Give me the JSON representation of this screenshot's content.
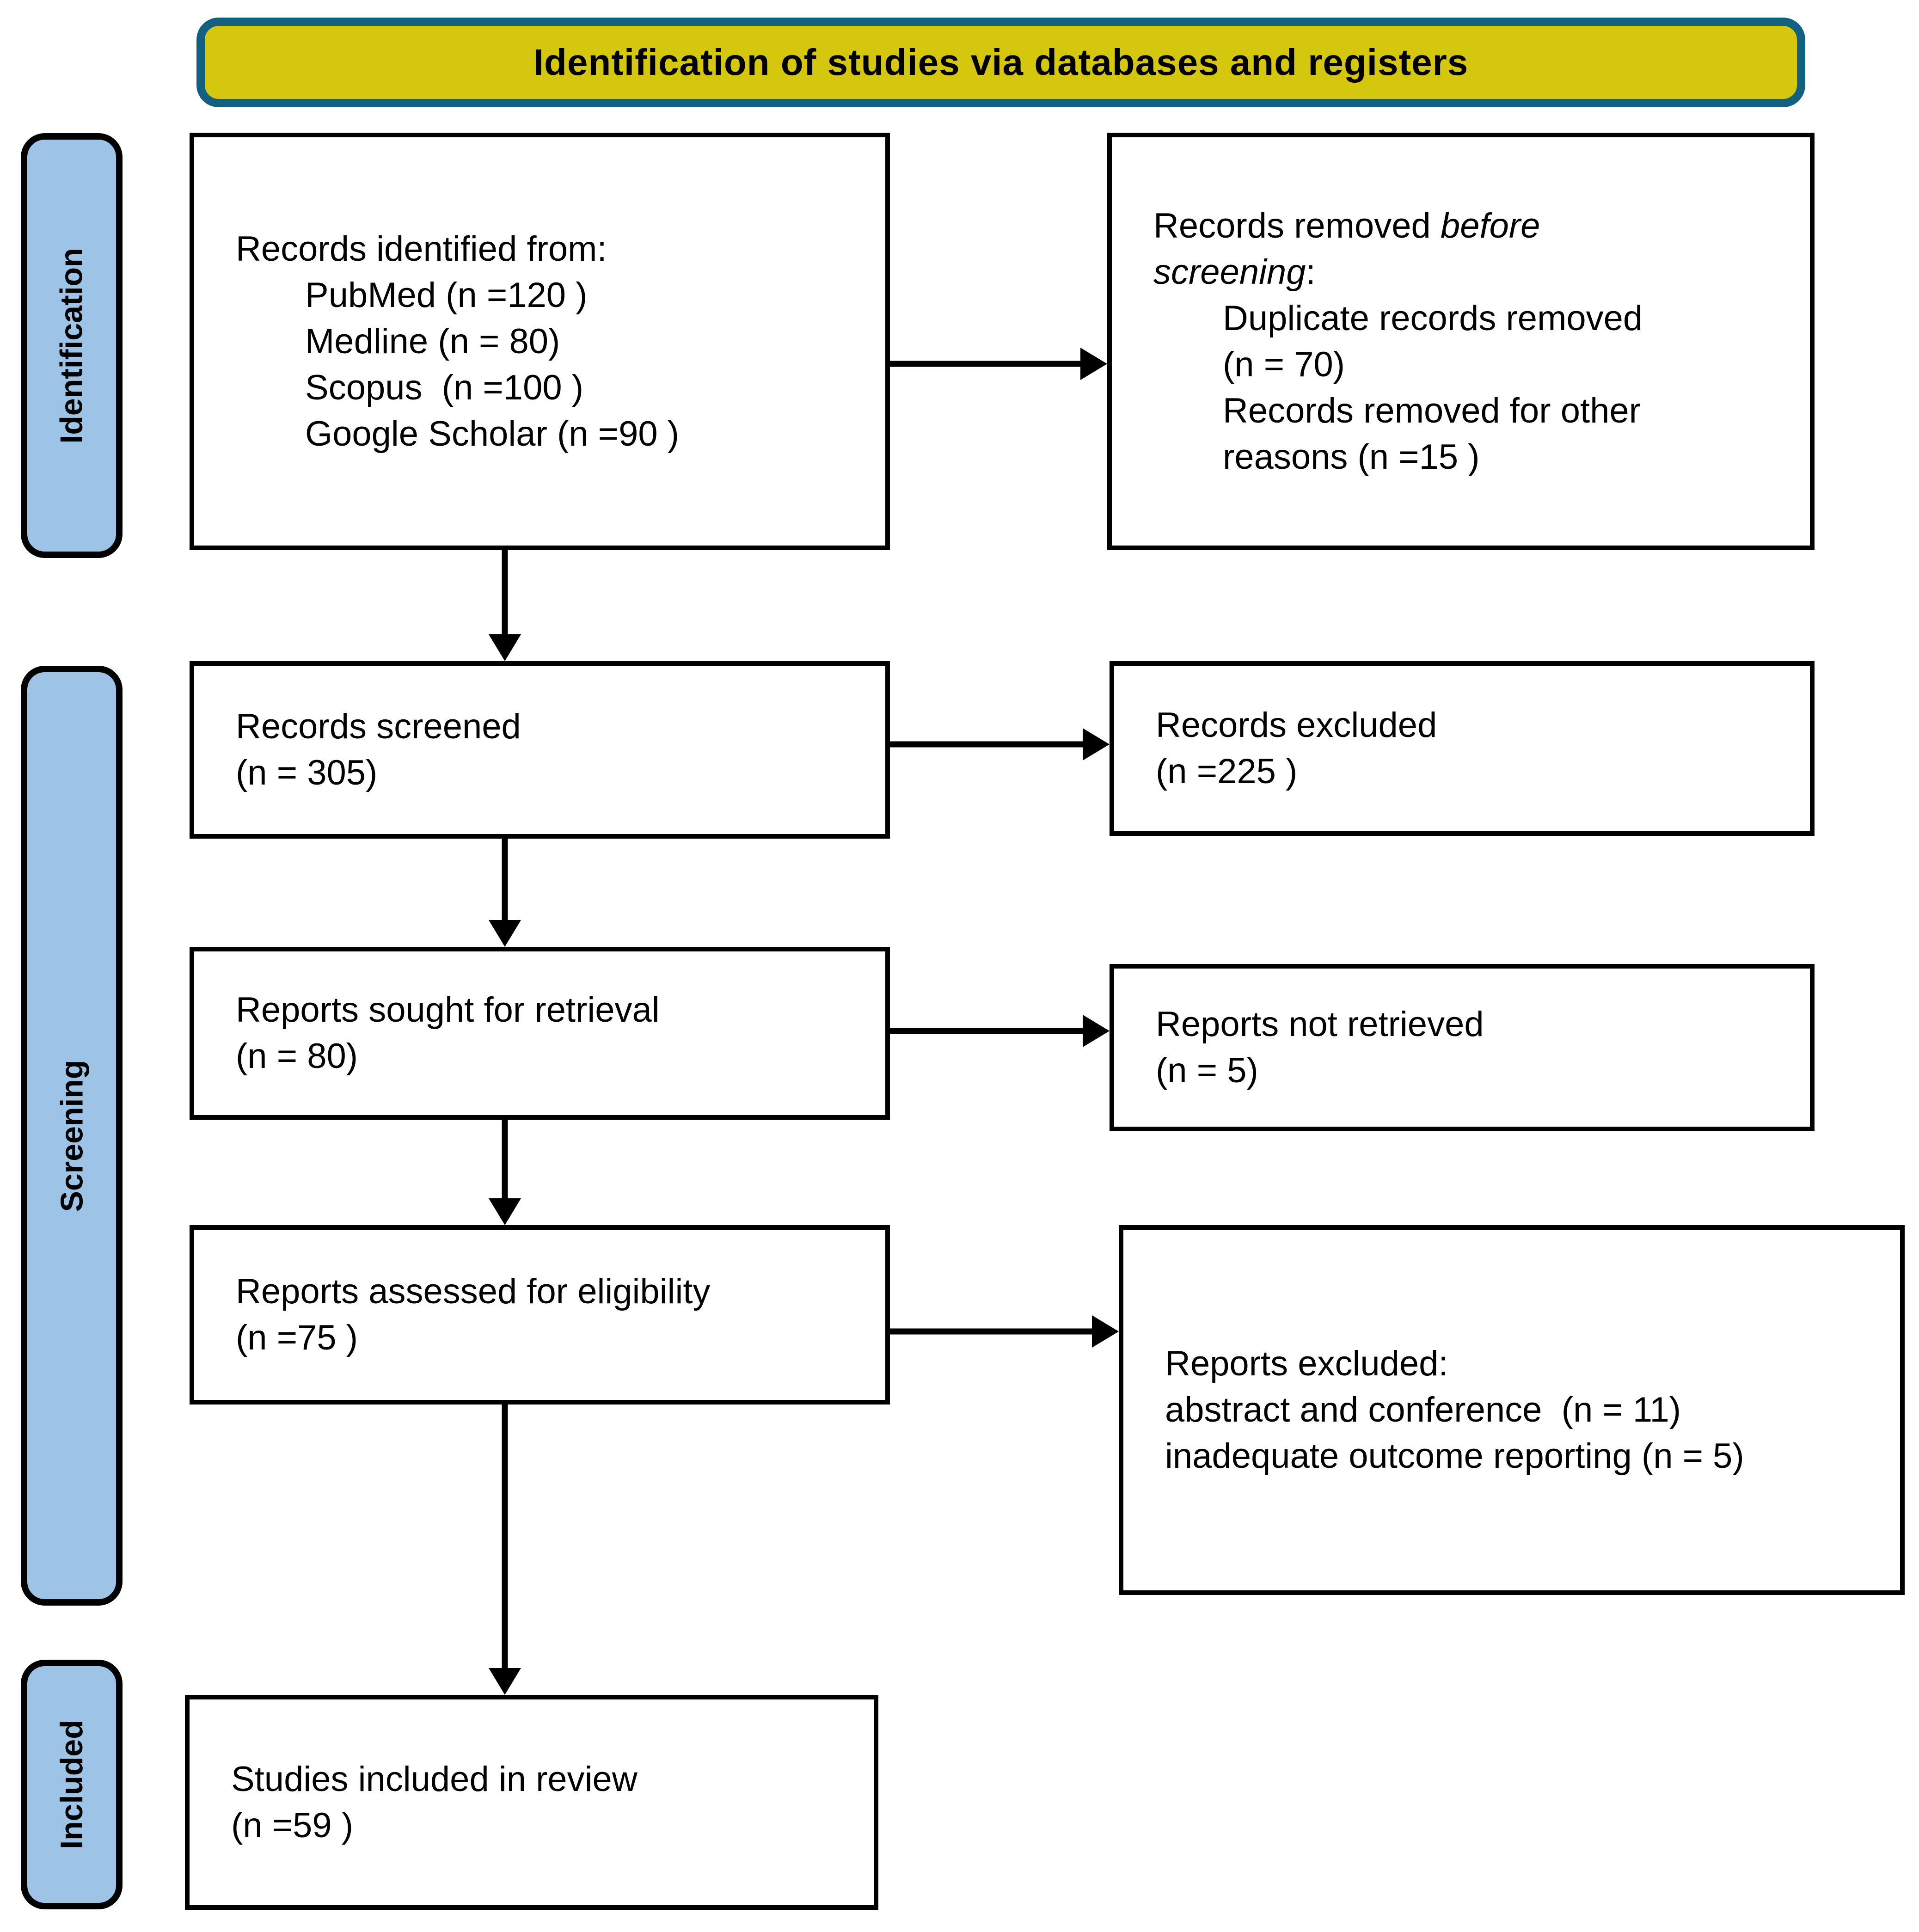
{
  "banner": {
    "label": "Identification of studies via databases and registers"
  },
  "colors": {
    "banner_fill": "#D4C70D",
    "banner_border": "#136080",
    "stage_fill": "#9DC3E6",
    "box_border": "#000000",
    "text": "#000000"
  },
  "sidebar": {
    "stages": [
      {
        "label": "Identification"
      },
      {
        "label": "Screening"
      },
      {
        "label": "Included"
      }
    ]
  },
  "boxes": {
    "identified": {
      "title": "Records identified from:",
      "items": [
        "PubMed (n =120 )",
        "Medline (n = 80)",
        "Scopus  (n =100 )",
        "Google Scholar (n =90 )"
      ]
    },
    "removed": {
      "title_line1_prefix": "Records removed ",
      "title_line1_italic": "before",
      "title_line2_italic": "screening",
      "title_line2_suffix": ":",
      "items": [
        "Duplicate records removed",
        "(n = 70)",
        "Records removed for other",
        "reasons (n =15 )"
      ]
    },
    "screened": {
      "lines": [
        "Records screened",
        "(n = 305)"
      ]
    },
    "records_excluded": {
      "lines": [
        "Records excluded",
        "(n =225 )"
      ]
    },
    "sought": {
      "lines": [
        "Reports sought for retrieval",
        "(n = 80)"
      ]
    },
    "not_retrieved": {
      "lines": [
        "Reports not retrieved",
        "(n = 5)"
      ]
    },
    "assessed": {
      "lines": [
        "Reports assessed for eligibility",
        "(n =75 )"
      ]
    },
    "reports_excluded": {
      "lines": [
        "Reports excluded:",
        "abstract and conference  (n = 11)",
        "inadequate outcome reporting (n = 5)"
      ]
    },
    "included_review": {
      "lines": [
        "Studies included in review",
        "(n =59 )"
      ]
    }
  }
}
